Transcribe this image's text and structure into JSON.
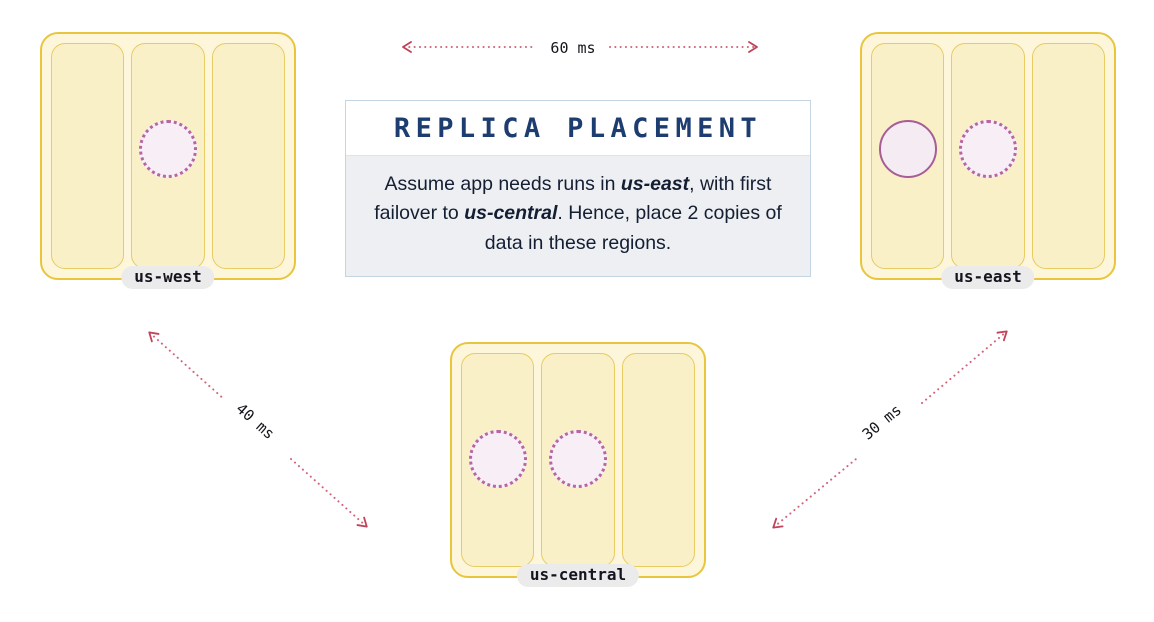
{
  "card": {
    "title": "REPLICA PLACEMENT",
    "description": {
      "part1": "Assume app needs runs in ",
      "region1": "us-east",
      "part2": ", with first failover to ",
      "region2": "us-central",
      "part3": ". Hence, place 2 copies of data in these regions."
    }
  },
  "regions": [
    {
      "name": "us-west",
      "zones": [
        {
          "replicas": []
        },
        {
          "replicas": [
            {
              "style": "dotted"
            }
          ]
        },
        {
          "replicas": []
        }
      ]
    },
    {
      "name": "us-east",
      "zones": [
        {
          "replicas": [
            {
              "style": "solid"
            }
          ]
        },
        {
          "replicas": [
            {
              "style": "dotted"
            }
          ]
        },
        {
          "replicas": []
        }
      ]
    },
    {
      "name": "us-central",
      "zones": [
        {
          "replicas": [
            {
              "style": "dotted"
            }
          ]
        },
        {
          "replicas": [
            {
              "style": "dotted"
            }
          ]
        },
        {
          "replicas": []
        }
      ]
    }
  ],
  "latencies": [
    {
      "label": "60 ms",
      "between": [
        "us-west",
        "us-east"
      ]
    },
    {
      "label": "40 ms",
      "between": [
        "us-west",
        "us-central"
      ]
    },
    {
      "label": "30 ms",
      "between": [
        "us-central",
        "us-east"
      ]
    }
  ],
  "colors": {
    "region_fill": "#fdf6da",
    "region_border": "#e9c53e",
    "zone_fill": "#f9f0c8",
    "zone_border": "#e6cc63",
    "replica_fill": "#f7eef6",
    "replica_dotted_border": "#b765a4",
    "replica_solid_border": "#a75d95",
    "arrow": "#d06378",
    "arrowhead": "#bf4258",
    "title_text": "#1d3c6f",
    "desc_background": "#edeff2",
    "label_pill_background": "#ebebeb"
  }
}
